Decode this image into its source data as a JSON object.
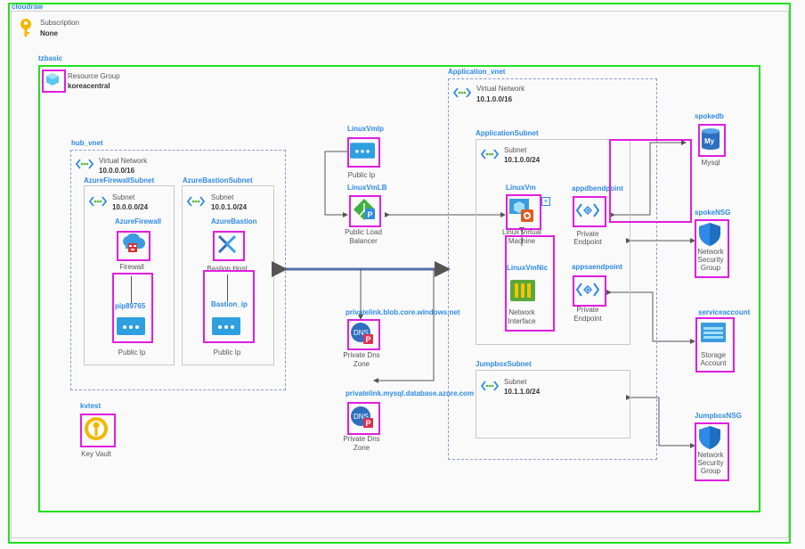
{
  "header": {
    "title": "cloudraw"
  },
  "subscription": {
    "label": "Subscription",
    "value": "None"
  },
  "tzbasic": {
    "label": "tzbasic"
  },
  "resource_group": {
    "label": "Resource Group",
    "value": "koreacentral"
  },
  "hub_vnet": {
    "title": "hub_vnet",
    "vnet_label": "Virtual Network",
    "cidr": "10.0.0.0/16",
    "fw_subnet": {
      "title": "AzureFirewallSubnet",
      "label": "Subnet",
      "cidr": "10.0.0.0/24",
      "resource_name": "AzureFirewall",
      "resource_type": "Firewall",
      "pip_name": "pip89765",
      "pip_type": "Public Ip"
    },
    "bastion_subnet": {
      "title": "AzureBastionSubnet",
      "label": "Subnet",
      "cidr": "10.0.1.0/24",
      "resource_name": "AzureBastion",
      "resource_type": "Bastion Host",
      "pip_name": "Bastion_ip",
      "pip_type": "Public Ip"
    }
  },
  "middle": {
    "linuxvmip": {
      "name": "LinuxVmIp",
      "type": "Public Ip"
    },
    "linuxvmlb": {
      "name": "LinuxVmLB",
      "type1": "Public Load",
      "type2": "Balancer"
    },
    "dns_blob": {
      "name": "privatelink.blob.core.windows.net",
      "type1": "Private Dns",
      "type2": "Zone"
    },
    "dns_mysql": {
      "name": "privatelink.mysql.database.azure.com",
      "type1": "Private Dns",
      "type2": "Zone"
    }
  },
  "app_vnet": {
    "title": "Application_vnet",
    "vnet_label": "Virtual Network",
    "cidr": "10.1.0.0/16",
    "app_subnet": {
      "title": "ApplicationSubnet",
      "label": "Subnet",
      "cidr": "10.1.0.0/24",
      "vm_name": "LinuxVm",
      "vm_type1": "Linux Virtual",
      "vm_type2": "Machine",
      "nic_name": "LinuxVmNic",
      "nic_type1": "Network",
      "nic_type2": "Interface",
      "pe1_name": "appdbendpoint",
      "pe1_type1": "Private",
      "pe1_type2": "Endpoint",
      "pe2_name": "appsaendpoint",
      "pe2_type1": "Private",
      "pe2_type2": "Endpoint"
    },
    "jump_subnet": {
      "title": "JumpboxSubnet",
      "label": "Subnet",
      "cidr": "10.1.1.0/24"
    }
  },
  "right": {
    "spokedb": {
      "name": "spokedb",
      "type": "Mysql"
    },
    "spokensg": {
      "name": "spokeNSG",
      "type1": "Network",
      "type2": "Security",
      "type3": "Group"
    },
    "serviceaccount": {
      "name": "serviceaccount",
      "type1": "Storage",
      "type2": "Account"
    },
    "jumpboxnsg": {
      "name": "JumpboxNSG",
      "type1": "Network",
      "type2": "Security",
      "type3": "Group"
    }
  },
  "kvtest": {
    "name": "kvtest",
    "type": "Key Vault"
  },
  "colors": {
    "accent": "#2e8ae6",
    "highlight_green": "#22e11f",
    "highlight_magenta": "#e01ee0",
    "connector": "#555555",
    "vnet_dash": "#8a9bd0"
  }
}
